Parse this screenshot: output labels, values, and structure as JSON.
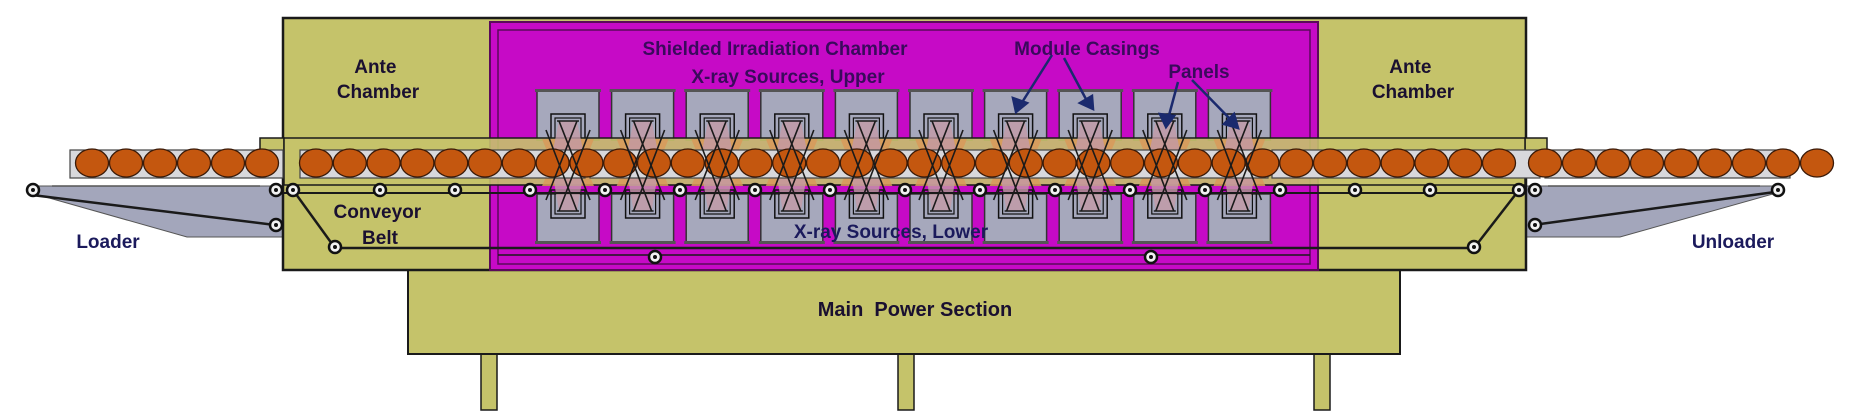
{
  "title": "X-ray Irradiation Conveyor System",
  "labels": {
    "ante_chamber_left": [
      "Ante",
      "Chamber"
    ],
    "ante_chamber_right": [
      "Ante",
      "Chamber"
    ],
    "shielded_chamber": "Shielded Irradiation Chamber",
    "xray_upper": "X-ray Sources, Upper",
    "xray_lower": "X-ray Sources, Lower",
    "module_casings": "Module Casings",
    "panels": "Panels",
    "conveyor_belt": [
      "Conveyor",
      "Belt"
    ],
    "loader": "Loader",
    "unloader": "Unloader",
    "power_section": "Main  Power Section"
  },
  "components": {
    "xray_module_columns": 10,
    "legs": 3
  },
  "colors": {
    "housing": "#c5c36a",
    "chamber": "#c60ac6",
    "chamber_border": "#7a0a7a",
    "casing": "#a6a8bc",
    "panel": "#c39aa6",
    "beam": "#d89a5a",
    "product": "#c4570f",
    "loader": "#a3a6bb",
    "arrow": "#1b2a6e",
    "line": "#1a1a1a"
  }
}
